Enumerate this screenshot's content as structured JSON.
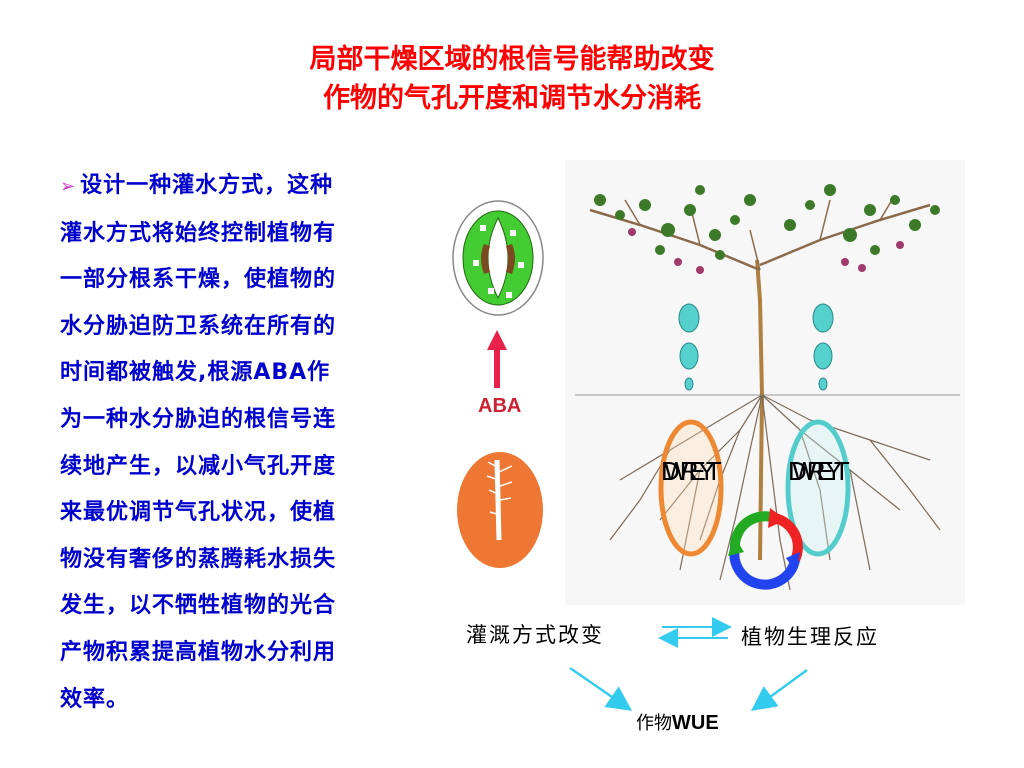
{
  "title": {
    "line1": "局部干燥区域的根信号能帮助改变",
    "line2": "作物的气孔开度和调节水分消耗"
  },
  "body": {
    "bullet": "➢",
    "lines": [
      "设计一种灌水方式，这种",
      "灌水方式将始终控制植物有",
      "一部分根系干燥，使植物的",
      "水分胁迫防卫系统在所有的",
      "时间都被触发,根源ABA作",
      "为一种水分胁迫的根信号连",
      "续地产生，以减小气孔开度",
      "来最优调节气孔状况，使植",
      "物没有奢侈的蒸腾耗水损失",
      "发生，以不牺牲植物的光合",
      "产物积累提高植物水分利用",
      "效率。"
    ]
  },
  "diagram": {
    "aba_label": "ABA",
    "zone_left_label_a": "DRY",
    "zone_left_label_b": "WET",
    "zone_right_label_a": "DRY",
    "zone_right_label_b": "WET",
    "irrigation_label": "灌溉方式改变",
    "response_label": "植物生理反应",
    "wue_prefix": "作物",
    "wue_suffix": "WUE"
  },
  "colors": {
    "title": "#ff0000",
    "body": "#0000cc",
    "arrow_cyan": "#33ccee",
    "aba_arrow": "#e8224a",
    "root_orange": "#ee7733",
    "cycle_red": "#ee2222",
    "cycle_green": "#22aa22",
    "cycle_blue": "#2244ee"
  },
  "icons": [
    "stomata-icon",
    "root-icon",
    "water-drop-icon",
    "cycle-arrows-icon",
    "tree-icon"
  ]
}
